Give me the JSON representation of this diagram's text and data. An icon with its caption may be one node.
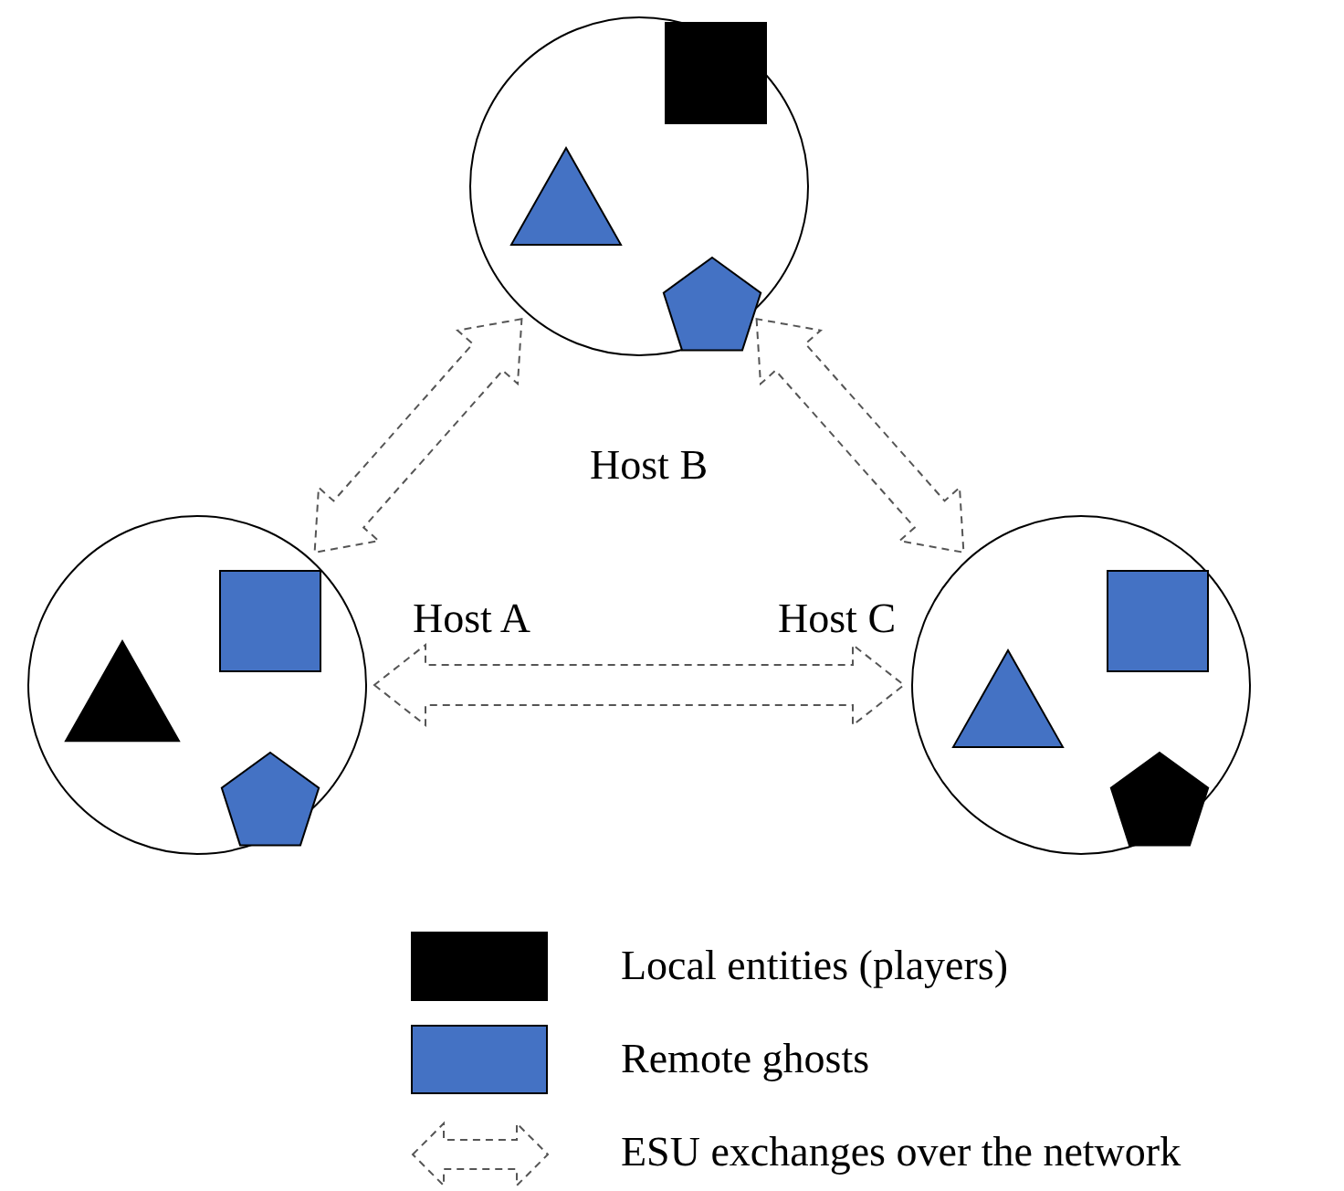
{
  "diagram": {
    "nodes": [
      {
        "text": [
          "Host B"
        ]
      },
      {
        "text": [
          "Host A"
        ]
      },
      {
        "text": [
          "Host C"
        ]
      }
    ],
    "edges": [
      {
        "from": 0,
        "to": 1,
        "arrow": "both"
      },
      {
        "from": 0,
        "to": 2,
        "arrow": "both"
      },
      {
        "from": 1,
        "to": 2,
        "arrow": "both"
      }
    ],
    "legend": [
      {
        "text": "Local entities (players)",
        "color": "#000000"
      },
      {
        "text": "Remote ghosts",
        "color": "#4472c4"
      },
      {
        "text": "ESU exchanges over the network"
      }
    ]
  }
}
